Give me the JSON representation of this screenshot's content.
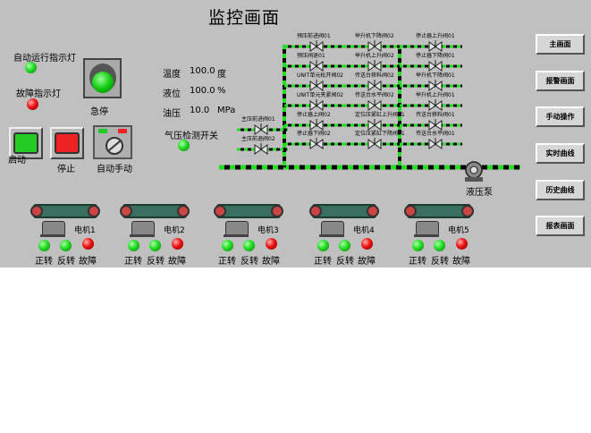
{
  "title": "监控画面",
  "indicators": {
    "auto_run_label": "自动运行指示灯",
    "fault_label": "故障指示灯"
  },
  "buttons": {
    "estop_label": "急停",
    "start_label": "启动",
    "stop_label": "停止",
    "auto_manual_label": "自动手动"
  },
  "readings": {
    "temp_label": "温度",
    "temp_value": "100.0",
    "temp_unit": "度",
    "level_label": "液位",
    "level_value": "100.0",
    "level_unit": "%",
    "oil_label": "油压",
    "oil_value": "10.0",
    "oil_unit": "MPa",
    "air_label": "气压检测开关"
  },
  "valves": {
    "col1": [
      "预压前进阀01",
      "预压阀退01",
      "UNIT单元松开阀02",
      "UNIT单元夹紧阀02",
      "停止器上阀02",
      "停止器下阀02"
    ],
    "col0": [
      "主压前进阀01",
      "主压前退阀02"
    ],
    "col2": [
      "举升机下降阀02",
      "举升机上升阀02",
      "传送台移料阀02",
      "传送台水平阀02",
      "定位压紧缸上升阀01",
      "定位压紧缸下降阀01"
    ],
    "col3": [
      "停止器上升阀01",
      "停止器下降阀01",
      "举升机下降阀01",
      "举升机上升阀01",
      "传送台移料阀01",
      "传送台水平阀01"
    ]
  },
  "pump_label": "液压泵",
  "motors": [
    {
      "name": "电机1",
      "fwd": "正转",
      "rev": "反转",
      "fault": "故障"
    },
    {
      "name": "电机2",
      "fwd": "正转",
      "rev": "反转",
      "fault": "故障"
    },
    {
      "name": "电机3",
      "fwd": "正转",
      "rev": "反转",
      "fault": "故障"
    },
    {
      "name": "电机4",
      "fwd": "正转",
      "rev": "反转",
      "fault": "故障"
    },
    {
      "name": "电机5",
      "fwd": "正转",
      "rev": "反转",
      "fault": "故障"
    }
  ],
  "nav": [
    "主画面",
    "报警画面",
    "手动操作",
    "实时曲线",
    "历史曲线",
    "报表画面"
  ],
  "colors": {
    "panel": "#c0c0c0",
    "pipe_green": "#22dd22",
    "pipe_black": "#000000"
  }
}
